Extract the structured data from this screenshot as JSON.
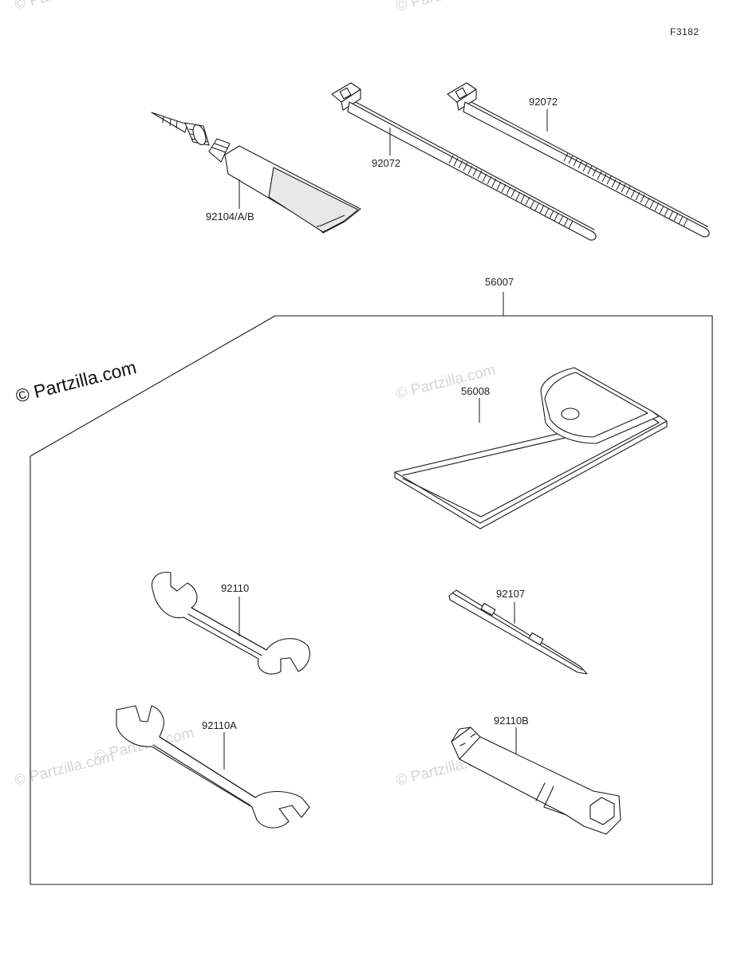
{
  "figure": {
    "code": "F3182"
  },
  "watermarks": {
    "main": "© Partzilla.com",
    "faint": [
      "© Partzilla.com",
      "© Partzilla.com",
      "© Partzilla.com",
      "© Partzilla.com",
      "© Partzilla.com",
      "© Partzilla.com"
    ]
  },
  "parts": [
    {
      "id": "tube",
      "label": "92104/A/B"
    },
    {
      "id": "band-left",
      "label": "92072"
    },
    {
      "id": "band-right",
      "label": "92072"
    },
    {
      "id": "tool-kit",
      "label": "56007"
    },
    {
      "id": "tool-bag",
      "label": "56008"
    },
    {
      "id": "wrench-small",
      "label": "92110"
    },
    {
      "id": "screwdriver",
      "label": "92107"
    },
    {
      "id": "wrench-large",
      "label": "92110A"
    },
    {
      "id": "box-wrench",
      "label": "92110B"
    }
  ],
  "colors": {
    "line": "#1a1a1a",
    "watermark": "#d6d6d6",
    "background": "#ffffff"
  }
}
